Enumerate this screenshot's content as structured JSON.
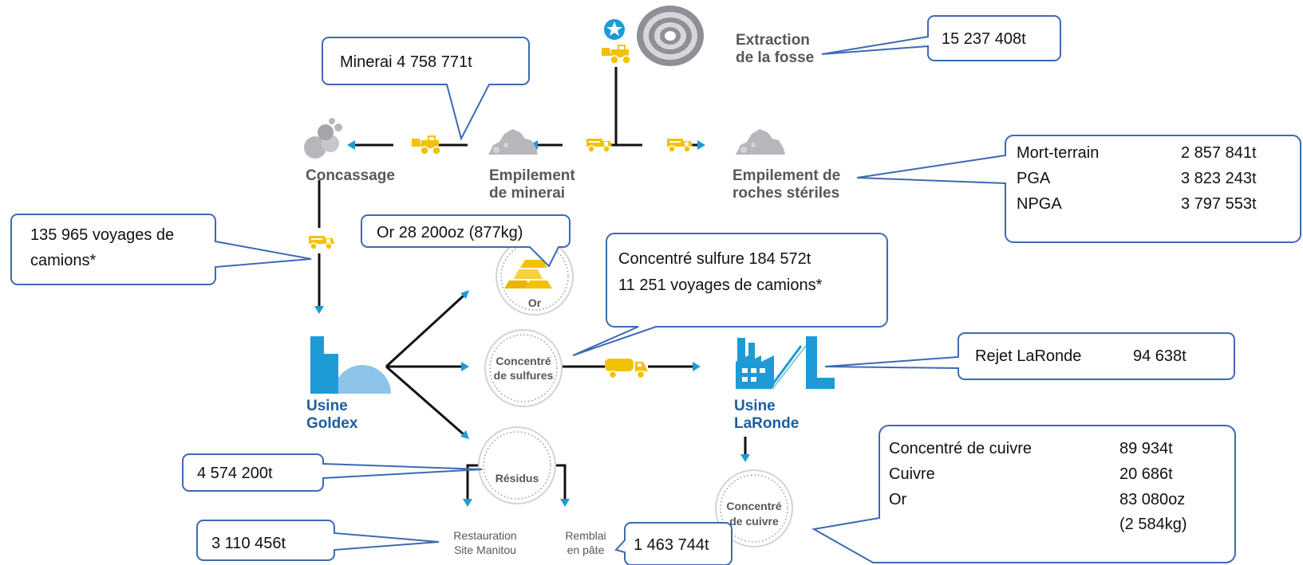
{
  "nodes": {
    "extraction": {
      "line1": "Extraction",
      "line2": "de la fosse"
    },
    "concassage": {
      "line1": "Concassage"
    },
    "empilement_minerai": {
      "line1": "Empilement",
      "line2": "de minerai"
    },
    "empilement_roches": {
      "line1": "Empilement de",
      "line2": "roches stériles"
    },
    "usine_goldex": {
      "line1": "Usine",
      "line2": "Goldex"
    },
    "usine_laronde": {
      "line1": "Usine",
      "line2": "LaRonde"
    },
    "or": {
      "line1": "Or"
    },
    "concentre_sulfures": {
      "line1": "Concentré",
      "line2": "de sulfures"
    },
    "residus": {
      "line1": "Résidus"
    },
    "concentre_cuivre": {
      "line1": "Concentré",
      "line2": "de cuivre"
    },
    "restauration": {
      "line1": "Restauration",
      "line2": "Site Manitou"
    },
    "remblai": {
      "line1": "Remblai",
      "line2": "en pâte"
    }
  },
  "callouts": {
    "extraction_total": "15 237 408t",
    "minerai": "Minerai 4 758 771t",
    "steriles": {
      "rows": [
        {
          "label": "Mort-terrain",
          "value": "2 857 841t"
        },
        {
          "label": "PGA",
          "value": "3 823 243t"
        },
        {
          "label": "NPGA",
          "value": "3 797 553t"
        }
      ]
    },
    "voyages_goldex": {
      "line1": "135 965 voyages de",
      "line2": "camions*"
    },
    "or_prod": "Or 28 200oz (877kg)",
    "sulfures": {
      "line1": "Concentré sulfure 184 572t",
      "line2": "11 251 voyages de camions*"
    },
    "rejet_laronde": {
      "label": "Rejet LaRonde",
      "value": "94 638t"
    },
    "cuivre": {
      "rows": [
        {
          "label": "Concentré de cuivre",
          "value": "89 934t"
        },
        {
          "label": "Cuivre",
          "value": "20 686t"
        },
        {
          "label": "Or",
          "value": "83 080oz"
        },
        {
          "label": "",
          "value": "(2 584kg)"
        }
      ]
    },
    "residus_total": "4 574 200t",
    "restauration_total": "3 110 456t",
    "remblai_total": "1 463 744t"
  },
  "colors": {
    "accent_blue": "#1e9ad6",
    "dark_blue": "#1c5e9f",
    "machine_yellow": "#f2c200",
    "gray": "#b5b7bb",
    "callout_border": "#3c6ab3"
  },
  "icons": [
    "star-icon",
    "open-pit-icon",
    "loader-icon",
    "dump-truck-icon",
    "rock-pile-icon",
    "mill-icon",
    "factory-icon",
    "gold-bars-icon",
    "tanker-truck-icon"
  ]
}
